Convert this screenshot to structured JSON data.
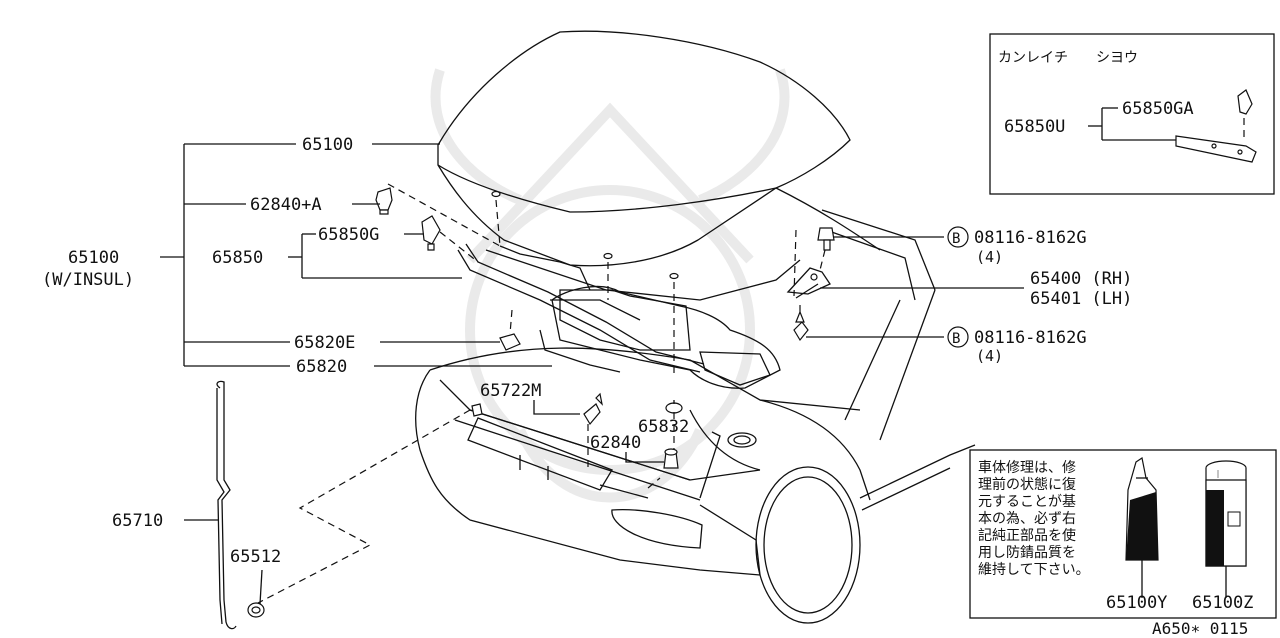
{
  "diagram": {
    "drawing_code": "A650∗ 0115",
    "labels": {
      "hood": "65100",
      "hood_with_insulator": "65100",
      "hood_with_insulator_note": "(W/INSUL)",
      "clip_62840a": "62840+A",
      "insulator": "65850",
      "insulator_clip": "65850G",
      "seal_65820e": "65820E",
      "seal_65820": "65820",
      "lock_65722m": "65722M",
      "bumper_65832": "65832",
      "clip_62840": "62840",
      "bolt_top": "08116-8162G",
      "bolt_top_qty": "(4)",
      "hinge_rh": "65400 (RH)",
      "hinge_lh": "65401 (LH)",
      "bolt_bottom": "08116-8162G",
      "bolt_bottom_qty": "(4)",
      "hood_rod": "65710",
      "rod_grommet": "65512",
      "bolt_marker": "B"
    },
    "cold_climate_box": {
      "title": "カンレイチ　　シヨウ",
      "assembly": "65850U",
      "clip": "65850GA"
    },
    "repair_box": {
      "note_lines": [
        "車体修理は、修",
        "理前の状態に復",
        "元することが基",
        "本の為、必ず右",
        "記純正部品を使",
        "用し防錆品質を",
        "維持して下さい。"
      ],
      "tube_part": "65100Y",
      "can_part": "65100Z"
    }
  }
}
